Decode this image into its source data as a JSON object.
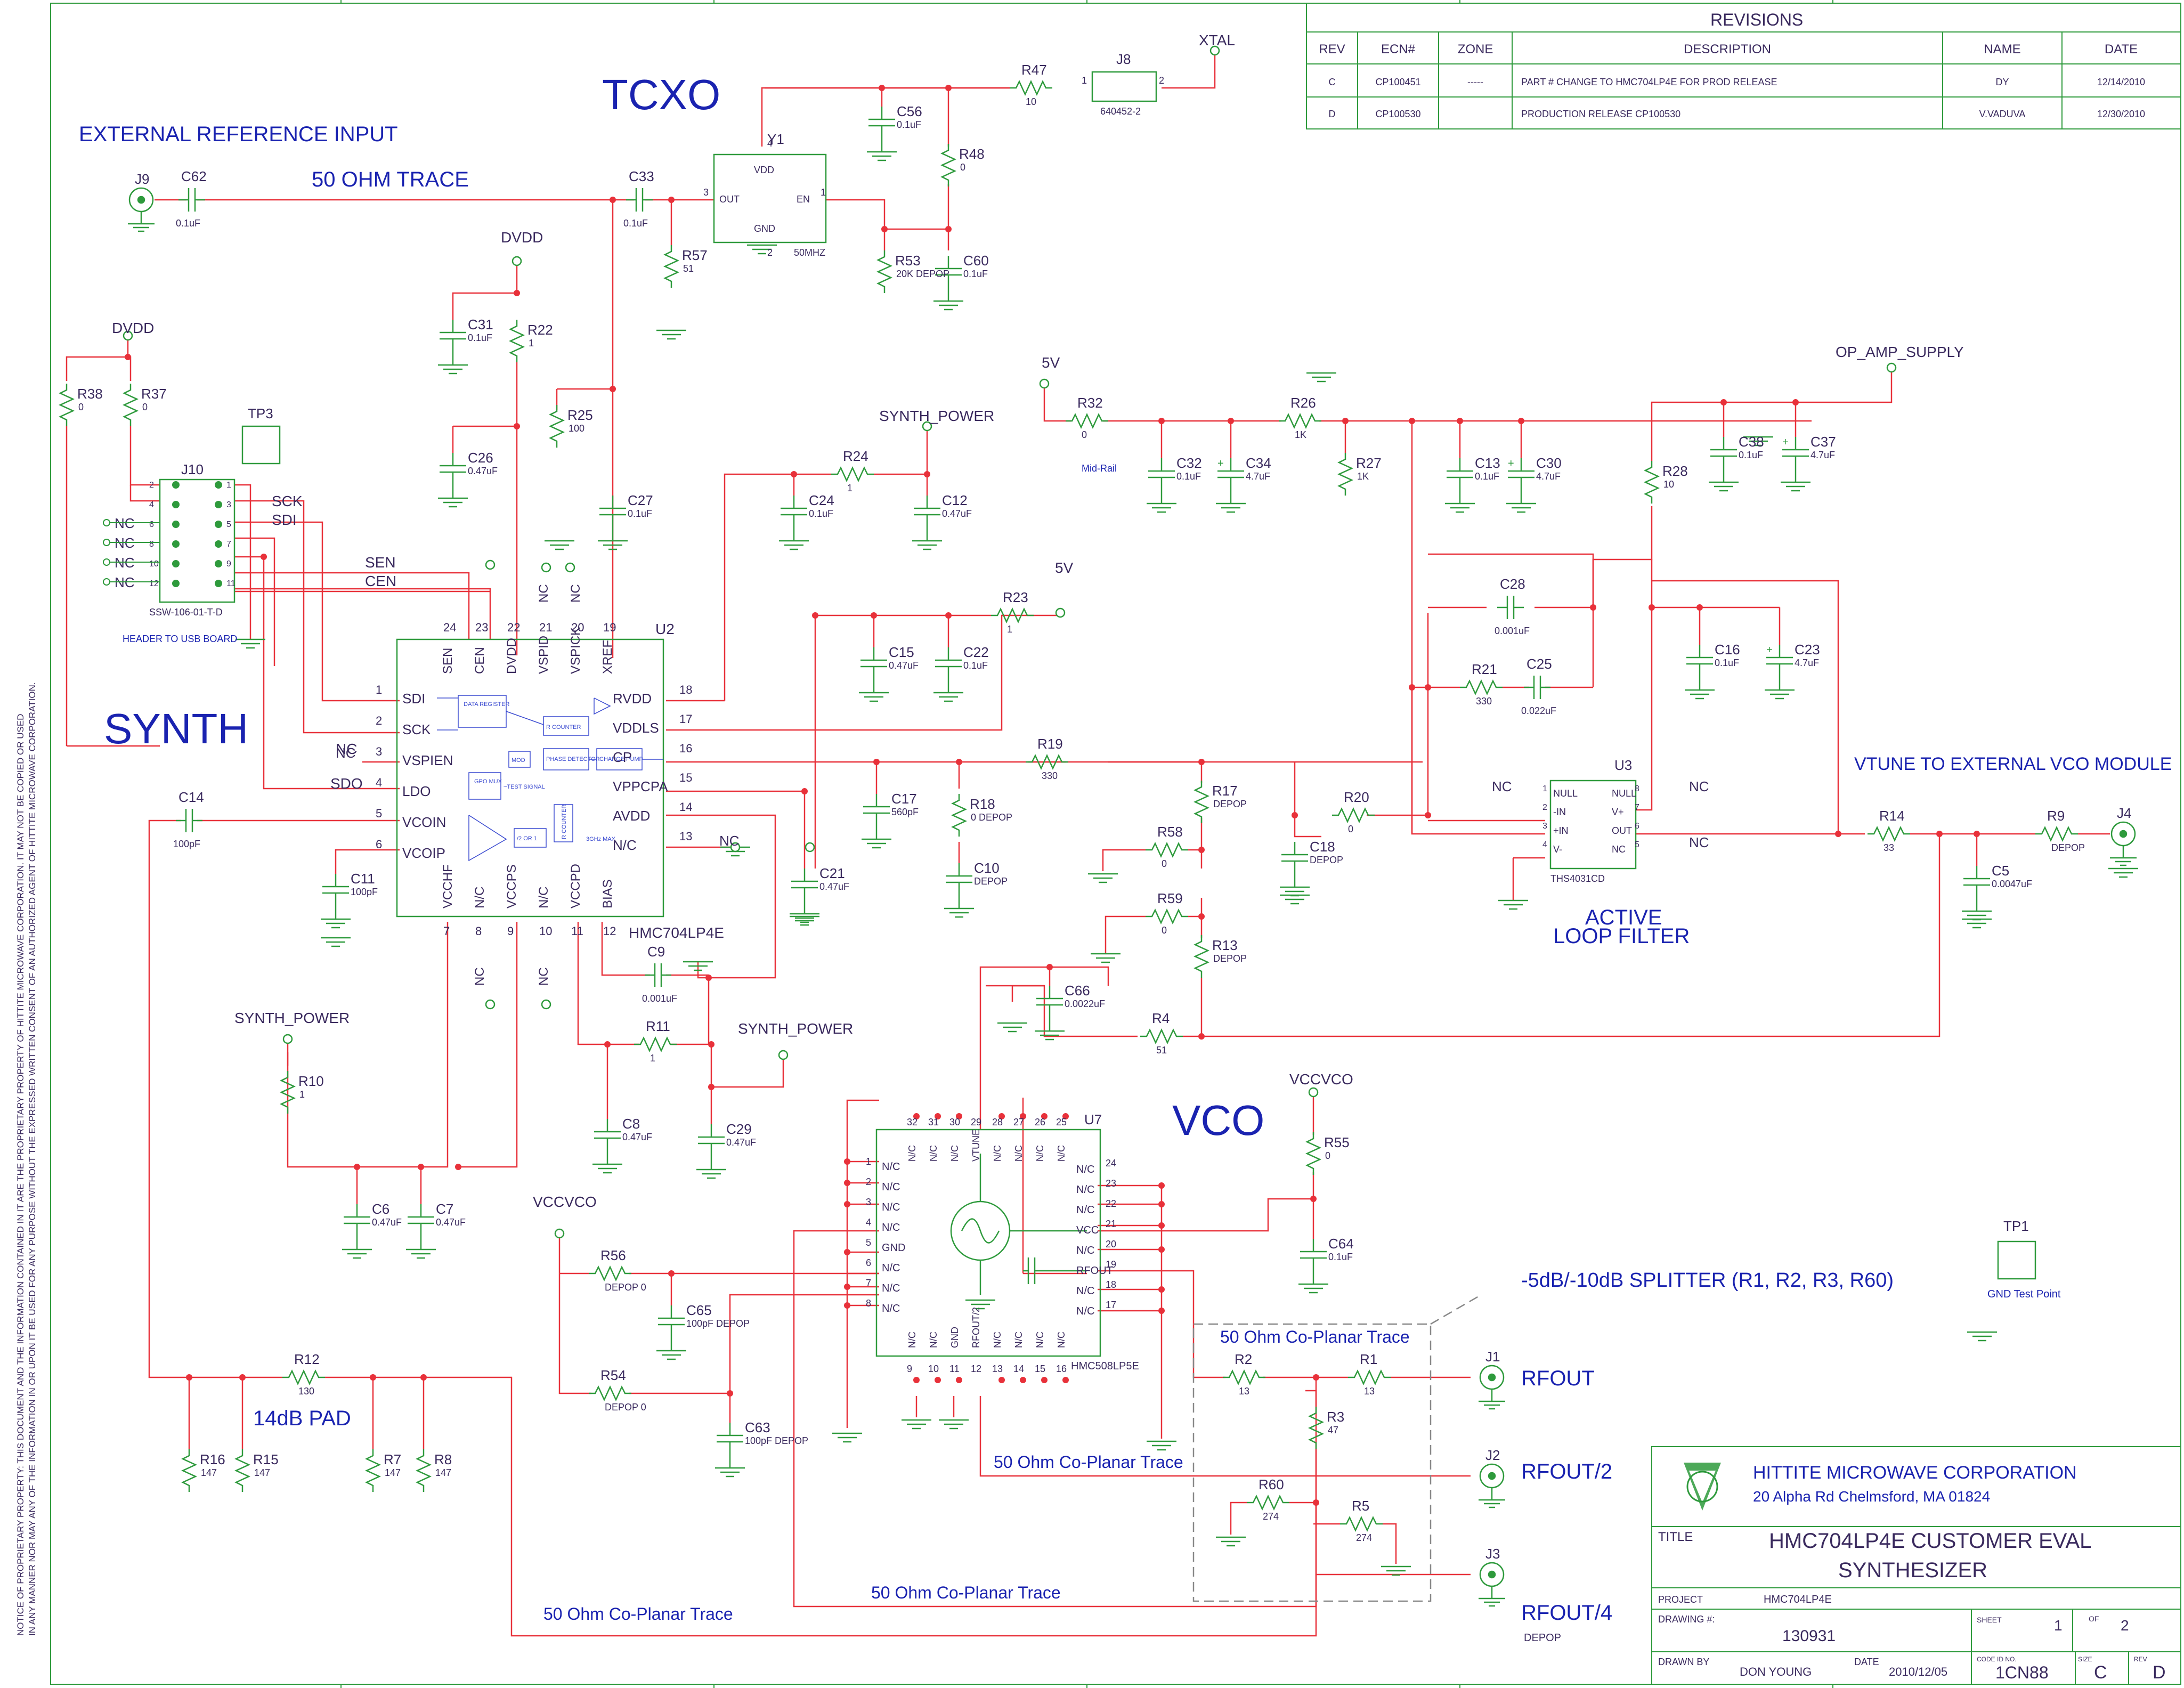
{
  "sections": {
    "tcxo": "TCXO",
    "synth": "SYNTH",
    "vco": "VCO",
    "ext_ref": "EXTERNAL REFERENCE INPUT",
    "trace_50": "50 OHM TRACE",
    "header_usb": "HEADER TO USB BOARD",
    "active_filter_1": "ACTIVE",
    "active_filter_2": "LOOP FILTER",
    "vtune_ext": "VTUNE TO EXTERNAL VCO MODULE",
    "splitter": "-5dB/-10dB SPLITTER (R1, R2, R3, R60)",
    "pad": "14dB PAD",
    "coplanar_box": "50 Ohm Co-Planar Trace",
    "coplanar_mid": "50 Ohm Co-Planar Trace",
    "coplanar_bottom": "50 Ohm Co-Planar Trace",
    "coplanar_left": "50 Ohm Co-Planar Trace"
  },
  "rails": {
    "dvdd_top": "DVDD",
    "dvdd_left": "DVDD",
    "synth_power_1": "SYNTH_POWER",
    "synth_power_2": "SYNTH_POWER",
    "synth_power_3": "SYNTH_POWER",
    "v5_top": "5V",
    "v5_mid": "5V",
    "op_amp": "OP_AMP_SUPPLY",
    "vccvco_1": "VCCVCO",
    "vccvco_2": "VCCVCO",
    "xtal": "XTAL"
  },
  "ports": {
    "rfout": "RFOUT",
    "rfout2": "RFOUT/2",
    "rfout4": "RFOUT/4",
    "depop_j3": "DEPOP",
    "tp1_note": "GND Test Point"
  },
  "components": [
    {
      "ref": "J9",
      "value": ""
    },
    {
      "ref": "C62",
      "value": "0.1uF"
    },
    {
      "ref": "C33",
      "value": "0.1uF"
    },
    {
      "ref": "R57",
      "value": "51"
    },
    {
      "ref": "Y1",
      "value": "50MHZ"
    },
    {
      "ref": "C56",
      "value": "0.1uF"
    },
    {
      "ref": "R47",
      "value": "10"
    },
    {
      "ref": "J8",
      "value": "640452-2"
    },
    {
      "ref": "R48",
      "value": "0"
    },
    {
      "ref": "R53",
      "value": "20K DEPOP"
    },
    {
      "ref": "C60",
      "value": "0.1uF"
    },
    {
      "ref": "C31",
      "value": "0.1uF"
    },
    {
      "ref": "R22",
      "value": "1"
    },
    {
      "ref": "C26",
      "value": "0.47uF"
    },
    {
      "ref": "R25",
      "value": "100"
    },
    {
      "ref": "C27",
      "value": "0.1uF"
    },
    {
      "ref": "R24",
      "value": "1"
    },
    {
      "ref": "C24",
      "value": "0.1uF"
    },
    {
      "ref": "C12",
      "value": "0.47uF"
    },
    {
      "ref": "R38",
      "value": "0"
    },
    {
      "ref": "R37",
      "value": "0"
    },
    {
      "ref": "J10",
      "value": "SSW-106-01-T-D"
    },
    {
      "ref": "R32",
      "value": "0"
    },
    {
      "ref": "C32",
      "value": "0.1uF"
    },
    {
      "ref": "C34",
      "value": "4.7uF"
    },
    {
      "ref": "R26",
      "value": "1K"
    },
    {
      "ref": "R27",
      "value": "1K"
    },
    {
      "ref": "C13",
      "value": "0.1uF"
    },
    {
      "ref": "C30",
      "value": "4.7uF"
    },
    {
      "ref": "R28",
      "value": "10"
    },
    {
      "ref": "C38",
      "value": "0.1uF"
    },
    {
      "ref": "C37",
      "value": "4.7uF"
    },
    {
      "ref": "R23",
      "value": "1"
    },
    {
      "ref": "C15",
      "value": "0.47uF"
    },
    {
      "ref": "C22",
      "value": "0.1uF"
    },
    {
      "ref": "C28",
      "value": "0.001uF"
    },
    {
      "ref": "R21",
      "value": "330"
    },
    {
      "ref": "C25",
      "value": "0.022uF"
    },
    {
      "ref": "C16",
      "value": "0.1uF"
    },
    {
      "ref": "C23",
      "value": "4.7uF"
    },
    {
      "ref": "R19",
      "value": "330"
    },
    {
      "ref": "C17",
      "value": "560pF"
    },
    {
      "ref": "R18",
      "value": "0 DEPOP"
    },
    {
      "ref": "C10",
      "value": "DEPOP"
    },
    {
      "ref": "R17",
      "value": "DEPOP"
    },
    {
      "ref": "R20",
      "value": "0"
    },
    {
      "ref": "C18",
      "value": "DEPOP"
    },
    {
      "ref": "R58",
      "value": "0"
    },
    {
      "ref": "R59",
      "value": "0"
    },
    {
      "ref": "R13",
      "value": "DEPOP"
    },
    {
      "ref": "C66",
      "value": "0.0022uF"
    },
    {
      "ref": "R4",
      "value": "51"
    },
    {
      "ref": "R14",
      "value": "33"
    },
    {
      "ref": "R9",
      "value": "DEPOP"
    },
    {
      "ref": "C5",
      "value": "0.0047uF"
    },
    {
      "ref": "J4",
      "value": ""
    },
    {
      "ref": "C14",
      "value": "100pF"
    },
    {
      "ref": "C11",
      "value": "100pF"
    },
    {
      "ref": "C21",
      "value": "0.47uF"
    },
    {
      "ref": "C9",
      "value": "0.001uF"
    },
    {
      "ref": "R11",
      "value": "1"
    },
    {
      "ref": "C8",
      "value": "0.47uF"
    },
    {
      "ref": "C29",
      "value": "0.47uF"
    },
    {
      "ref": "R10",
      "value": "1"
    },
    {
      "ref": "C6",
      "value": "0.47uF"
    },
    {
      "ref": "C7",
      "value": "0.47uF"
    },
    {
      "ref": "R56",
      "value": "DEPOP 0"
    },
    {
      "ref": "C65",
      "value": "100pF DEPOP"
    },
    {
      "ref": "R54",
      "value": "DEPOP 0"
    },
    {
      "ref": "C63",
      "value": "100pF DEPOP"
    },
    {
      "ref": "R55",
      "value": "0"
    },
    {
      "ref": "C64",
      "value": "0.1uF"
    },
    {
      "ref": "R12",
      "value": "130"
    },
    {
      "ref": "R16",
      "value": "147"
    },
    {
      "ref": "R15",
      "value": "147"
    },
    {
      "ref": "R7",
      "value": "147"
    },
    {
      "ref": "R8",
      "value": "147"
    },
    {
      "ref": "R2",
      "value": "13"
    },
    {
      "ref": "R1",
      "value": "13"
    },
    {
      "ref": "R3",
      "value": "47"
    },
    {
      "ref": "R60",
      "value": "274"
    },
    {
      "ref": "R5",
      "value": "274"
    },
    {
      "ref": "J1",
      "value": ""
    },
    {
      "ref": "J2",
      "value": ""
    },
    {
      "ref": "J3",
      "value": ""
    },
    {
      "ref": "TP1",
      "value": ""
    },
    {
      "ref": "TP3",
      "value": ""
    }
  ],
  "u2": {
    "ref": "U2",
    "part": "HMC704LP4E",
    "left_pins": [
      {
        "num": "1",
        "name": "SDI",
        "net": "SDI"
      },
      {
        "num": "2",
        "name": "SCK",
        "net": "SCK"
      },
      {
        "num": "3",
        "name": "VSPIEN",
        "net": "NC"
      },
      {
        "num": "4",
        "name": "LDO",
        "net": "SDO"
      },
      {
        "num": "5",
        "name": "VCOIN",
        "net": ""
      },
      {
        "num": "6",
        "name": "VCOIP",
        "net": ""
      }
    ],
    "right_pins": [
      {
        "num": "18",
        "name": "RVDD"
      },
      {
        "num": "17",
        "name": "VDDLS"
      },
      {
        "num": "16",
        "name": "CP"
      },
      {
        "num": "15",
        "name": "VPPCPA"
      },
      {
        "num": "14",
        "name": "AVDD"
      },
      {
        "num": "13",
        "name": "N/C",
        "net": "NC"
      }
    ],
    "top_pins": [
      {
        "num": "24",
        "name": "SEN"
      },
      {
        "num": "23",
        "name": "CEN"
      },
      {
        "num": "22",
        "name": "DVDD"
      },
      {
        "num": "21",
        "name": "VSPID",
        "net": "NC"
      },
      {
        "num": "20",
        "name": "VSPICK",
        "net": "NC"
      },
      {
        "num": "19",
        "name": "XREF"
      }
    ],
    "bottom_pins": [
      {
        "num": "7",
        "name": "VCCHF"
      },
      {
        "num": "8",
        "name": "N/C",
        "net": "NC"
      },
      {
        "num": "9",
        "name": "VCCPS"
      },
      {
        "num": "10",
        "name": "N/C",
        "net": "NC"
      },
      {
        "num": "11",
        "name": "VCCPD"
      },
      {
        "num": "12",
        "name": "BIAS"
      }
    ],
    "blocks": [
      "DATA REGISTER",
      "MOD",
      "GPO MUX",
      "~TEST SIGNAL",
      "R COUNTER",
      "PHASE DETECTOR",
      "CHARGE PUMP",
      "/2 OR 1",
      "3GHz MAX",
      "R COUNTER"
    ]
  },
  "u3": {
    "ref": "U3",
    "part": "THS4031CD",
    "left_pins": [
      {
        "num": "1",
        "name": "NULL",
        "net": "NC"
      },
      {
        "num": "2",
        "name": "-IN"
      },
      {
        "num": "3",
        "name": "+IN"
      },
      {
        "num": "4",
        "name": "V-"
      }
    ],
    "right_pins": [
      {
        "num": "8",
        "name": "NULL",
        "net": "NC"
      },
      {
        "num": "7",
        "name": "V+"
      },
      {
        "num": "6",
        "name": "OUT"
      },
      {
        "num": "5",
        "name": "NC",
        "net": "NC"
      }
    ]
  },
  "u7": {
    "ref": "U7",
    "part": "HMC508LP5E",
    "left_pins": [
      {
        "num": "1",
        "name": "N/C"
      },
      {
        "num": "2",
        "name": "N/C"
      },
      {
        "num": "3",
        "name": "N/C"
      },
      {
        "num": "4",
        "name": "N/C"
      },
      {
        "num": "5",
        "name": "GND"
      },
      {
        "num": "6",
        "name": "N/C"
      },
      {
        "num": "7",
        "name": "N/C"
      },
      {
        "num": "8",
        "name": "N/C"
      }
    ],
    "right_pins": [
      {
        "num": "24",
        "name": "N/C"
      },
      {
        "num": "23",
        "name": "N/C"
      },
      {
        "num": "22",
        "name": "N/C"
      },
      {
        "num": "21",
        "name": "VCC"
      },
      {
        "num": "20",
        "name": "N/C"
      },
      {
        "num": "19",
        "name": "RFOUT"
      },
      {
        "num": "18",
        "name": "N/C"
      },
      {
        "num": "17",
        "name": "N/C"
      }
    ],
    "top_pins": [
      {
        "num": "32",
        "name": "N/C"
      },
      {
        "num": "31",
        "name": "N/C"
      },
      {
        "num": "30",
        "name": "N/C"
      },
      {
        "num": "29",
        "name": "VTUNE"
      },
      {
        "num": "28",
        "name": "N/C"
      },
      {
        "num": "27",
        "name": "N/C"
      },
      {
        "num": "26",
        "name": "N/C"
      },
      {
        "num": "25",
        "name": "N/C"
      }
    ],
    "bottom_pins": [
      {
        "num": "9",
        "name": "N/C"
      },
      {
        "num": "10",
        "name": "N/C"
      },
      {
        "num": "11",
        "name": "GND"
      },
      {
        "num": "12",
        "name": "RFOUT/2"
      },
      {
        "num": "13",
        "name": "N/C"
      },
      {
        "num": "14",
        "name": "N/C"
      },
      {
        "num": "15",
        "name": "N/C"
      },
      {
        "num": "16",
        "name": "N/C"
      }
    ]
  },
  "j10": {
    "ref": "J10",
    "left_pins": [
      {
        "num": "2",
        "net": ""
      },
      {
        "num": "4",
        "net": ""
      },
      {
        "num": "6",
        "net": "NC"
      },
      {
        "num": "8",
        "net": "NC"
      },
      {
        "num": "10",
        "net": "NC"
      },
      {
        "num": "12",
        "net": "NC"
      }
    ],
    "right_pins": [
      {
        "num": "1",
        "net": ""
      },
      {
        "num": "3",
        "net": ""
      },
      {
        "num": "5",
        "net": "SCK"
      },
      {
        "num": "7",
        "net": "SDI"
      },
      {
        "num": "9",
        "net": "SEN"
      },
      {
        "num": "11",
        "net": "CEN"
      }
    ]
  },
  "y1_pins": {
    "vdd": "VDD",
    "out": "OUT",
    "en": "EN",
    "gnd": "GND",
    "p4": "4",
    "p3": "3",
    "p1": "1",
    "p2": "2"
  },
  "j8_pins": {
    "p1": "1",
    "p2": "2"
  },
  "revisions": {
    "heading": "REVISIONS",
    "columns": [
      "REV",
      "ECN#",
      "ZONE",
      "DESCRIPTION",
      "NAME",
      "DATE"
    ],
    "rows": [
      [
        "C",
        "CP100451",
        "-----",
        "PART # CHANGE TO HMC704LP4E FOR PROD RELEASE",
        "DY",
        "12/14/2010"
      ],
      [
        "D",
        "CP100530",
        "",
        "PRODUCTION RELEASE CP100530",
        "V.VADUVA",
        "12/30/2010"
      ]
    ]
  },
  "title_block": {
    "company": "HITTITE MICROWAVE CORPORATION",
    "address": "20 Alpha Rd   Chelmsford, MA 01824",
    "title_label": "TITLE",
    "title_1": "HMC704LP4E CUSTOMER EVAL",
    "title_2": "SYNTHESIZER",
    "project_label": "PROJECT",
    "project": "HMC704LP4E",
    "drawing_label": "DRAWING #:",
    "drawing": "130931",
    "sheet_label": "SHEET",
    "sheet": "1",
    "of_label": "OF",
    "of": "2",
    "drawn_label": "DRAWN BY",
    "drawn": "DON YOUNG",
    "date_label": "DATE",
    "date": "2010/12/05",
    "code_label": "CODE ID NO.",
    "code": "1CN88",
    "size_label": "SIZE",
    "size": "C",
    "rev_label": "REV",
    "rev": "D"
  },
  "notice": {
    "line1": "NOTICE OF PROPRIETARY PROPERTY: THIS DOCUMENT AND THE INFORMATION CONTAINED IN IT ARE THE PROPRIETARY PROPERTY OF HITTITE MICROWAVE CORPORATION. IT MAY NOT BE COPIED OR USED",
    "line2": "IN ANY MANNER NOR MAY ANY OF THE INFORMATION IN OR UPON IT BE USED FOR ANY PURPOSE WITHOUT THE EXPRESSED WRITTEN CONSENT OF AN AUTHORIZED AGENT OF HITTITE MICROWAVE CORPORATION."
  },
  "misc": {
    "mid_rail": "Mid-Rail",
    "nc": "NC",
    "sck": "SCK",
    "sdi": "SDI",
    "sen": "SEN",
    "cen": "CEN",
    "sdo": "SDO"
  },
  "colors": {
    "wire": "#e8313a",
    "component": "#2e9a3c",
    "text": "#3a2a5e",
    "blue": "#1a23b0",
    "border": "#2e9a3c"
  }
}
